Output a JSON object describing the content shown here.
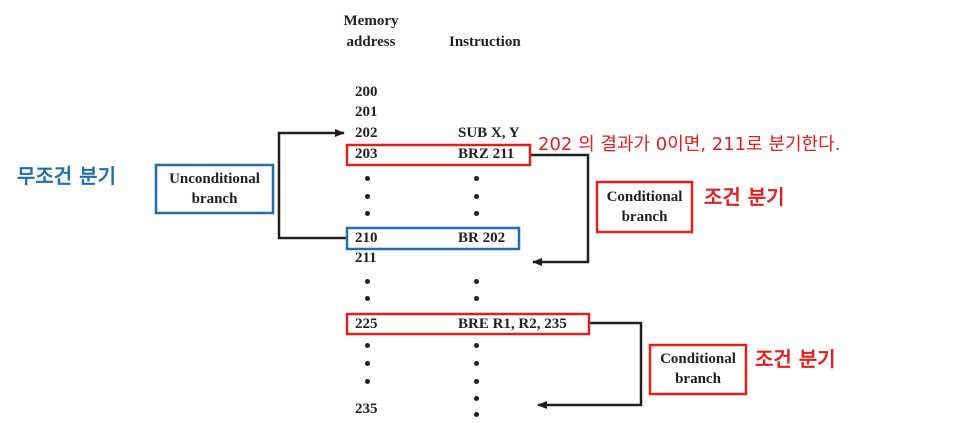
{
  "headers": {
    "memory_address": "Memory\naddress",
    "instruction": "Instruction"
  },
  "rows": [
    {
      "addr": "200",
      "instr": ""
    },
    {
      "addr": "201",
      "instr": ""
    },
    {
      "addr": "202",
      "instr": "SUB X, Y"
    },
    {
      "addr": "203",
      "instr": "BRZ 211"
    },
    {
      "addr": "210",
      "instr": "BR 202"
    },
    {
      "addr": "211",
      "instr": ""
    },
    {
      "addr": "225",
      "instr": "BRE R1, R2, 235"
    },
    {
      "addr": "235",
      "instr": ""
    }
  ],
  "boxes": {
    "unconditional": "Unconditional\nbranch",
    "conditional_1": "Conditional\nbranch",
    "conditional_2": "Conditional\nbranch"
  },
  "annotations": {
    "unconditional_kr": "무조건 분기",
    "conditional_kr_1": "조건 분기",
    "conditional_kr_2": "조건 분기",
    "note_203": "202 의 결과가 0이면, 211로 분기한다."
  },
  "colors": {
    "ink": "#231f20",
    "red": "#e0201c",
    "blue": "#1f6fae"
  }
}
